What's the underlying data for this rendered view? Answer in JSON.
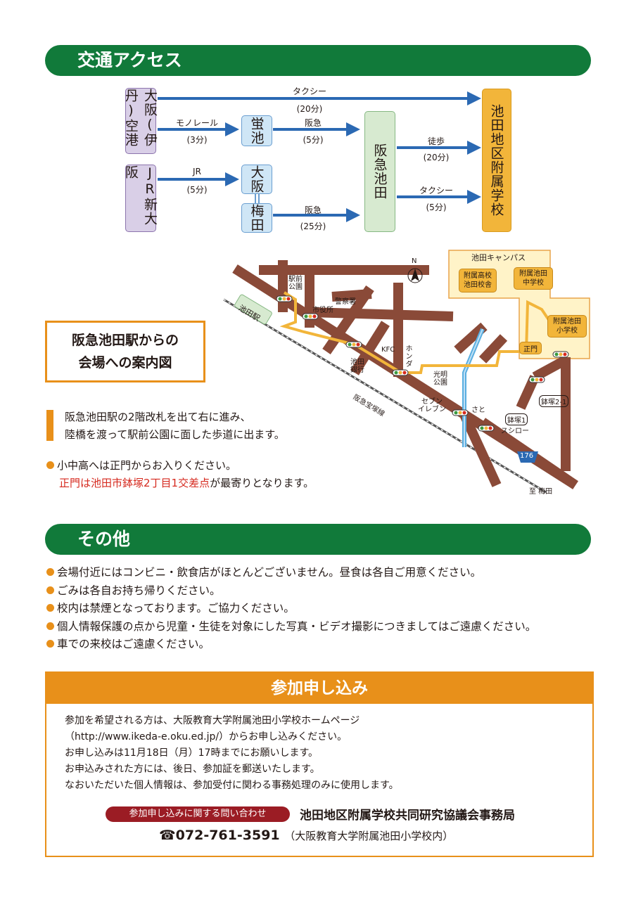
{
  "access": {
    "heading": "交通アクセス",
    "nodes": {
      "airport": "大阪(伊丹)空港",
      "jr": "JR新大阪",
      "hotarugaike": "蛍池",
      "osaka": "大阪",
      "umeda": "梅田",
      "hankyu_ikeda": "阪急池田",
      "school": "池田地区附属学校"
    },
    "edges": {
      "taxi_top": "タクシー",
      "taxi_top_time": "(20分)",
      "monorail": "モノレール",
      "monorail_time": "(3分)",
      "hankyu1": "阪急",
      "hankyu1_time": "(5分)",
      "walk": "徒歩",
      "walk_time": "(20分)",
      "jr": "JR",
      "jr_time": "(5分)",
      "taxi2": "タクシー",
      "taxi2_time": "(5分)",
      "hankyu2": "阪急",
      "hankyu2_time": "(25分)"
    }
  },
  "map": {
    "guide_title_1": "阪急池田駅からの",
    "guide_title_2": "会場への案内図",
    "labels": {
      "campus": "池田キャンパス",
      "high_school_1": "附属高校",
      "high_school_2": "池田校舎",
      "junior_high_1": "附属池田",
      "junior_high_2": "中学校",
      "elementary_1": "附属池田",
      "elementary_2": "小学校",
      "station": "池田駅",
      "ekimae_1": "駅前",
      "ekimae_2": "公園",
      "city_hall": "市役所",
      "police": "警察署",
      "bank_1": "池田",
      "bank_2": "銀行",
      "kfc": "KFC",
      "honda": "ホンダ",
      "koumei_1": "光明",
      "koumei_2": "公園",
      "seven_1": "セブン",
      "seven_2": "イレブン",
      "sato": "さと",
      "hachizuka1": "鉢塚1",
      "sushiro": "スシロー",
      "hachizuka21": "鉢塚2-1",
      "seimon": "正門",
      "line": "阪急宝塚線",
      "route": "176",
      "to_umeda": "至 梅田",
      "north": "N"
    }
  },
  "directions": {
    "line1": "阪急池田駅の2階改札を出て右に進み、",
    "line2": "陸橋を渡って駅前公園に面した歩道に出ます。",
    "note1": "小中高へは正門からお入りください。",
    "note2_red": "正門は池田市鉢塚2丁目1交差点",
    "note2_rest": "が最寄りとなります。"
  },
  "other": {
    "heading": "その他",
    "items": [
      "会場付近にはコンビニ・飲食店がほとんどございません。昼食は各自ご用意ください。",
      "ごみは各自お持ち帰りください。",
      "校内は禁煙となっております。ご協力ください。",
      "個人情報保護の点から児童・生徒を対象にした写真・ビデオ撮影につきましてはご遠慮ください。",
      "車での来校はご遠慮ください。"
    ]
  },
  "registration": {
    "heading": "参加申し込み",
    "lines": [
      "参加を希望される方は、大阪教育大学附属池田小学校ホームページ",
      "（http://www.ikeda-e.oku.ed.jp/）からお申し込みください。",
      "お申し込みは11月18日（月）17時までにお願いします。",
      "お申込みされた方には、後日、参加証を郵送いたします。",
      "なおいただいた個人情報は、参加受付に関わる事務処理のみに使用します。"
    ],
    "contact_label": "参加申し込みに関する問い合わせ",
    "organization": "池田地区附属学校共同研究協議会事務局",
    "phone": "☎072-761-3591",
    "phone_note": "（大阪教育大学附属池田小学校内）"
  },
  "colors": {
    "green_header": "#117a3a",
    "orange": "#e8901a",
    "arrow_blue": "#2b69b3",
    "road_brown": "#8a4a38",
    "contact_red": "#9b1c24"
  }
}
